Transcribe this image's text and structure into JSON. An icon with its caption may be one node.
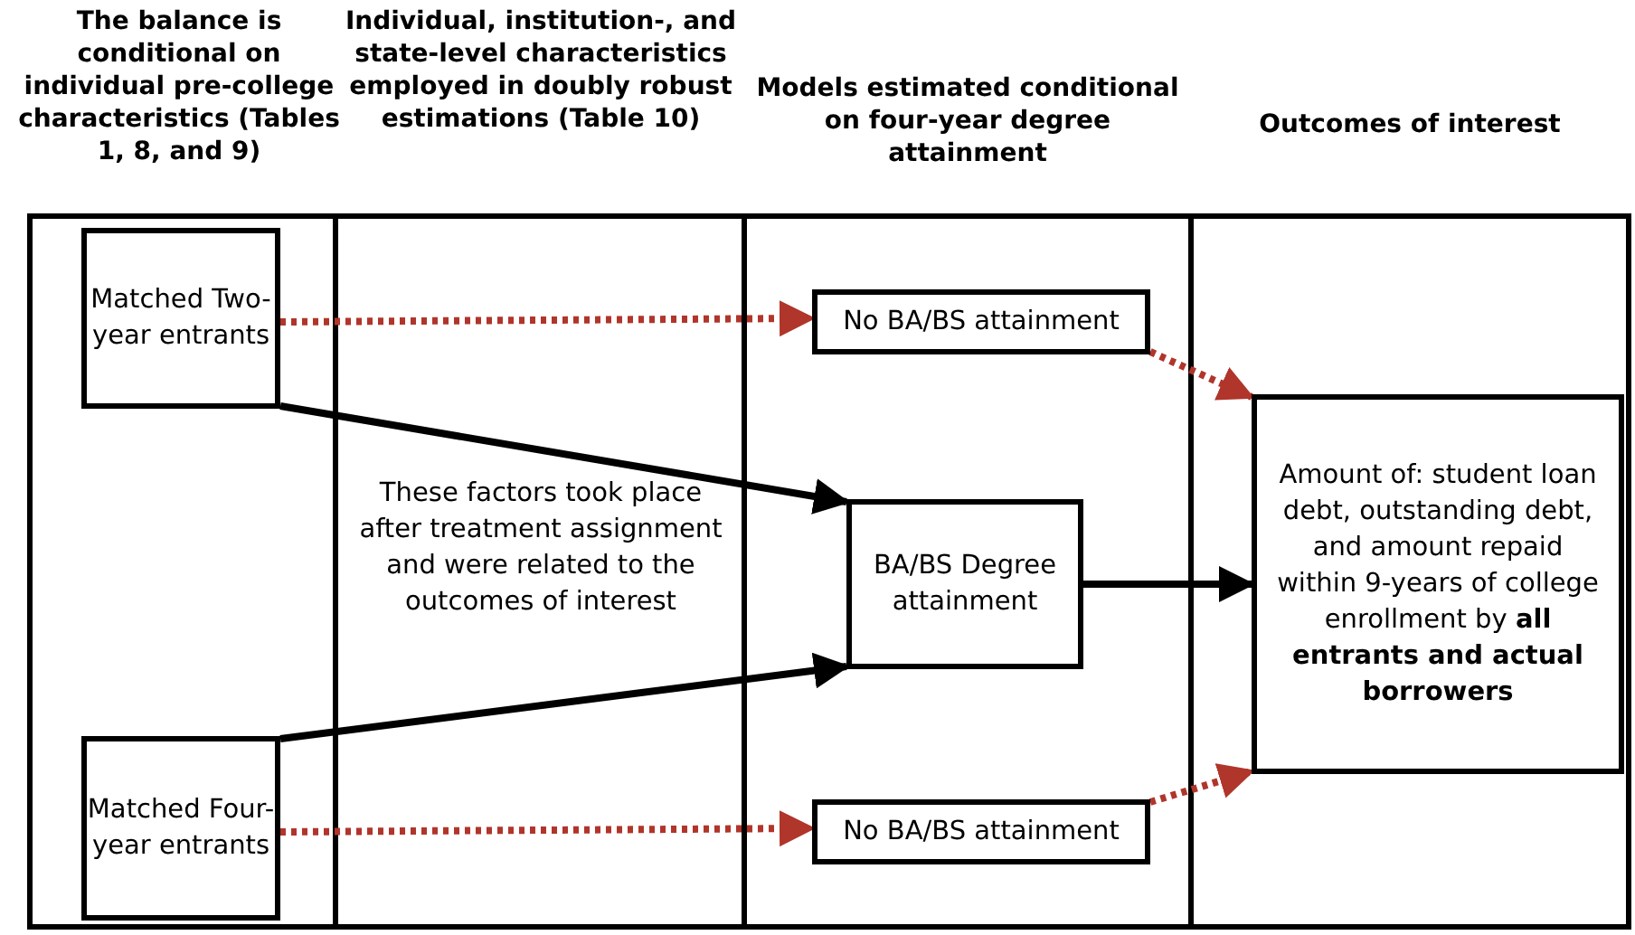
{
  "diagram": {
    "nodes": [
      {
        "text": [
          "The balance is conditional on individual pre-college characteristics (Tables 1, 8, and 9)"
        ]
      },
      {
        "text": [
          "Matched Two-year entrants"
        ],
        "in": 0
      },
      {
        "text": [
          "Matched Four-year entrants"
        ],
        "in": 0
      },
      {
        "text": [
          "Models estimated conditional on four-year degree attainment"
        ]
      },
      {
        "text": [
          "No BA/BS attainment"
        ],
        "in": 3
      },
      {
        "text": [
          "BA/BS Degree attainment"
        ],
        "in": 3
      },
      {
        "text": [
          "No BA/BS attainment"
        ],
        "in": 3
      },
      {
        "text": [
          "Outcomes of interest"
        ]
      },
      {
        "text": [
          "Amount of: student loan debt, outstanding debt, and amount repaid within 9-years of college enrollment by **all entrants and actual borrowers**"
        ],
        "in": 7
      }
    ],
    "edges": [
      {
        "from": 1,
        "to": 4,
        "arrow": "to",
        "style": "dashed",
        "color": "#b0352b"
      },
      {
        "from": 1,
        "to": 5,
        "arrow": "to",
        "color": "#000000"
      },
      {
        "from": 2,
        "to": 5,
        "arrow": "to",
        "color": "#000000"
      },
      {
        "from": 2,
        "to": 6,
        "arrow": "to",
        "style": "dashed",
        "color": "#b0352b"
      },
      {
        "from": 4,
        "to": 8,
        "arrow": "to",
        "style": "dashed",
        "color": "#b0352b"
      },
      {
        "from": 5,
        "to": 8,
        "arrow": "to",
        "color": "#000000"
      },
      {
        "from": 6,
        "to": 8,
        "arrow": "to",
        "style": "dashed",
        "color": "#b0352b"
      }
    ],
    "labels": [
      "Individual, institution-, and state-level characteristics employed in doubly robust estimations (Table 10)",
      "These factors took place after treatment assignment and were related to the outcomes of interest"
    ]
  }
}
